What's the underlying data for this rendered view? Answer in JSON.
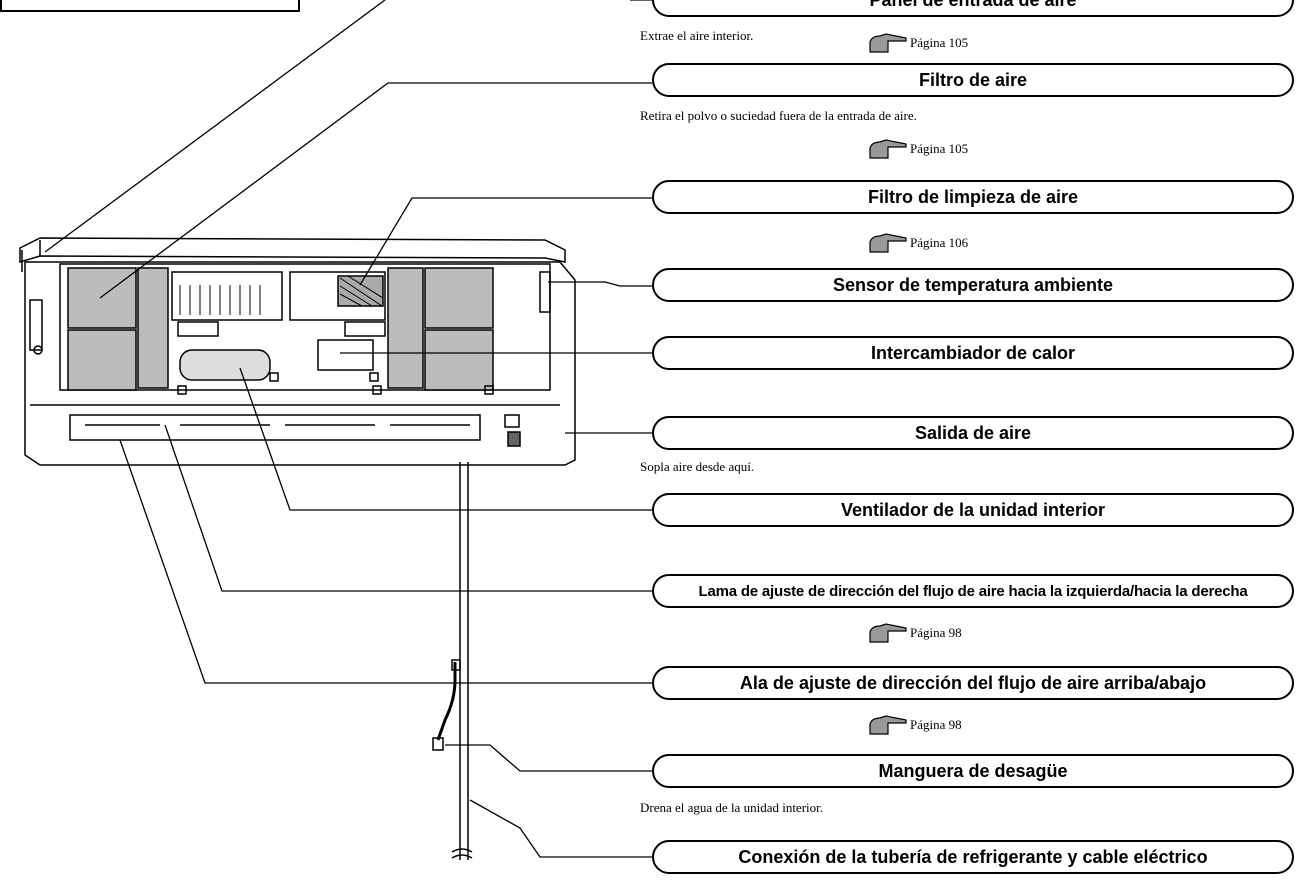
{
  "parts": [
    {
      "label": "Panel de entrada de aire",
      "desc": "Extrae el aire interior.",
      "page": "Página 105"
    },
    {
      "label": "Filtro de aire",
      "desc": "Retira el polvo o suciedad fuera de la entrada de aire.",
      "page": "Página 105"
    },
    {
      "label": "Filtro de limpieza de aire",
      "page": "Página 106"
    },
    {
      "label": "Sensor de temperatura ambiente"
    },
    {
      "label": "Intercambiador de calor"
    },
    {
      "label": "Salida de aire",
      "desc": "Sopla aire desde aquí."
    },
    {
      "label": "Ventilador de la unidad interior"
    },
    {
      "label": "Lama de ajuste de dirección del flujo de aire hacia la izquierda/hacia la derecha",
      "page": "Página 98"
    },
    {
      "label": "Ala de ajuste de dirección del flujo de aire arriba/abajo",
      "page": "Página 98"
    },
    {
      "label": "Manguera de desagüe",
      "desc": "Drena el agua de la unidad interior."
    },
    {
      "label": "Conexión de la tubería de refrigerante y cable eléctrico"
    }
  ],
  "icons": {
    "pointer": "pointing-hand-icon"
  }
}
